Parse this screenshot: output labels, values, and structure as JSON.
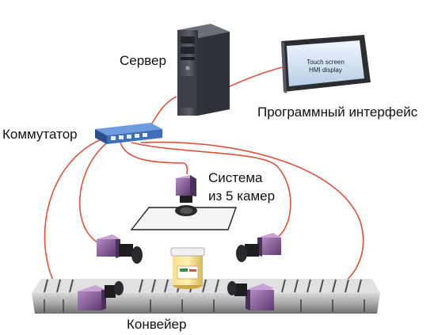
{
  "labels": {
    "server": "Сервер",
    "switch": "Коммутатор",
    "interface": "Программный интерфейс",
    "cameras_line1": "Система",
    "cameras_line2": "из 5 камер",
    "conveyor": "Конвейер"
  },
  "hmi_screen": {
    "line1": "Touch screen",
    "line2": "HMI display"
  },
  "colors": {
    "cable": "#e0513a",
    "camera_body": "#8a5c9e",
    "switch_body": "#3f6fb8",
    "conveyor": "#9a9a9a",
    "server_body": "#4b4f57"
  },
  "icons": [
    "server-tower-icon",
    "monitor-icon",
    "network-switch-icon",
    "camera-icon",
    "jar-icon",
    "conveyor-belt-icon"
  ]
}
